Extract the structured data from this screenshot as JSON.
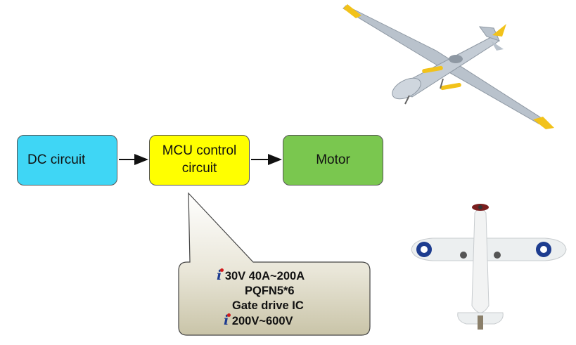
{
  "diagram": {
    "blocks": [
      {
        "id": "dc",
        "label": "DC circuit",
        "color": "#3fd6f5"
      },
      {
        "id": "mcu",
        "label": "MCU control circuit",
        "color": "#ffff00"
      },
      {
        "id": "motor",
        "label": "Motor",
        "color": "#7ac74f"
      }
    ],
    "arrows": [
      [
        "dc",
        "mcu"
      ],
      [
        "mcu",
        "motor"
      ]
    ],
    "callout": {
      "line1": "30V 40A~200A",
      "line2": "PQFN5*6",
      "line3": "Gate drive IC",
      "line4": "200V~600V",
      "logo_icon": "brand-i-logo-icon"
    }
  },
  "images": {
    "drone": "uav-drone-image",
    "plane": "propeller-plane-image"
  }
}
